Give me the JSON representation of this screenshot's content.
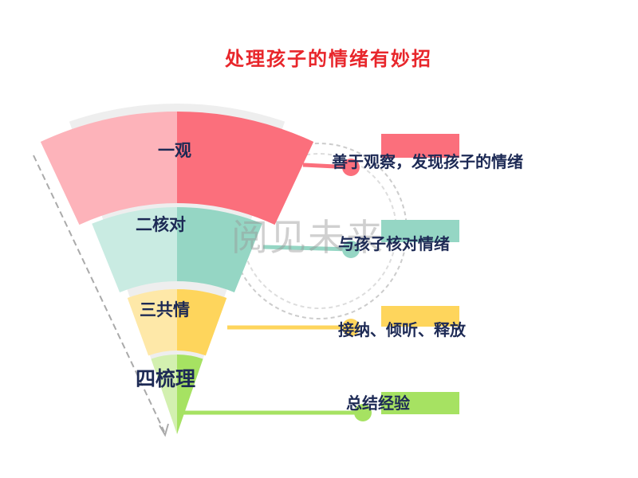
{
  "title": "处理孩子的情绪有妙招",
  "watermark": "阅见未来",
  "steps": [
    {
      "label": "一观",
      "description": "善于观察，发现孩子的情绪",
      "color": "#fb6f7c",
      "light": "#fdb3ba"
    },
    {
      "label": "二核对",
      "description": "与孩子核对情绪",
      "color": "#95d6c4",
      "light": "#c9ebe2"
    },
    {
      "label": "三共情",
      "description": "接纳、倾听、释放",
      "color": "#fed55c",
      "light": "#fee8a8"
    },
    {
      "label": "四梳理",
      "description": "总结经验",
      "color": "#a6e262",
      "light": "#d3f0b0"
    }
  ]
}
